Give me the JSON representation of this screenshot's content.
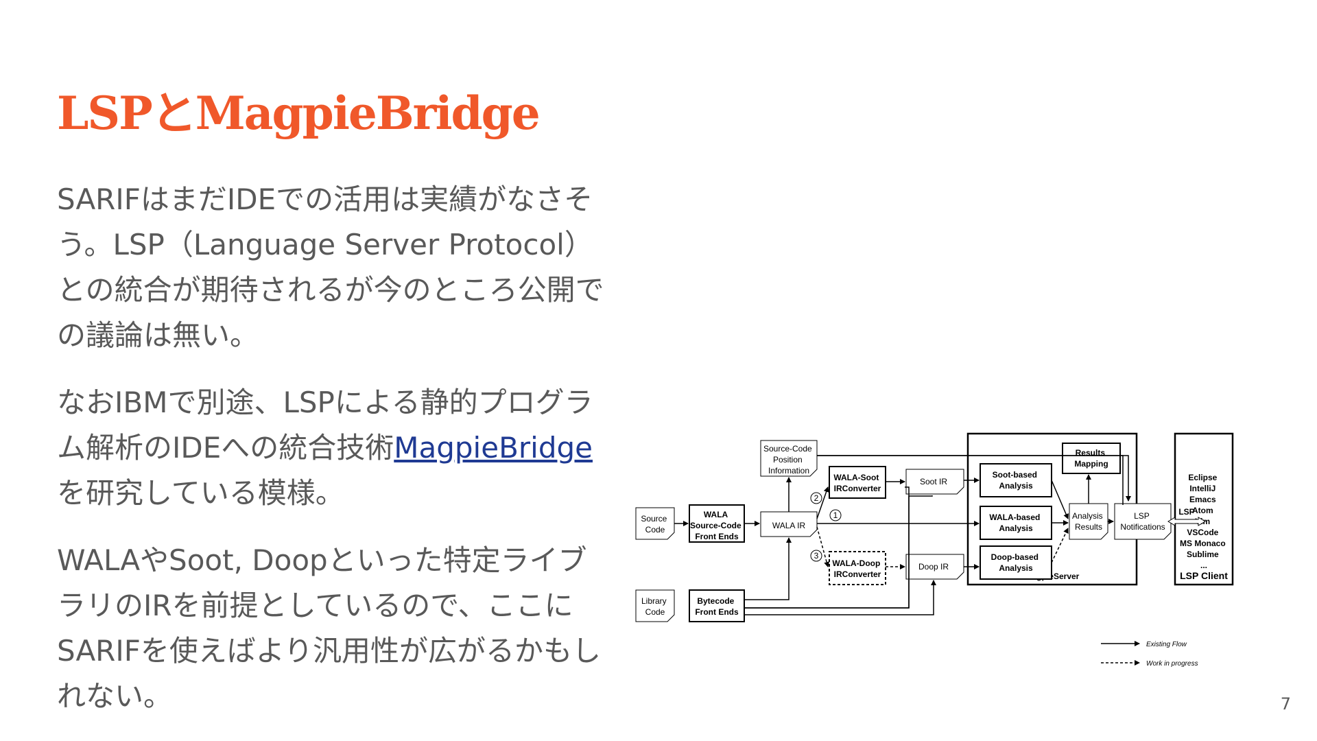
{
  "slide": {
    "title": "LSPとMagpieBridge",
    "paragraph1": "SARIFはまだIDEでの活用は実績がなさそう。LSP（Language Server Protocol）との統合が期待されるが今のところ公開での議論は無い。",
    "paragraph2_before": "なおIBMで別途、LSPによる静的プログラム解析のIDEへの統合技術",
    "paragraph2_link": "MagpieBridge",
    "paragraph2_after": "を研究している模様。",
    "paragraph3": "WALAやSoot, Doopといった特定ライブラリのIRを前提としているので、ここにSARIFを使えばより汎用性が広がるかもしれない。",
    "page_number": "7",
    "title_color": "#f0582a",
    "link_color": "#1f3a93"
  },
  "diagram": {
    "source_code": [
      "Source",
      "Code"
    ],
    "library_code": [
      "Library",
      "Code"
    ],
    "wala_front": [
      "WALA",
      "Source-Code",
      "Front Ends"
    ],
    "bytecode_front": [
      "Bytecode",
      "Front Ends"
    ],
    "position_info": [
      "Source-Code",
      "Position",
      "Information"
    ],
    "wala_ir": "WALA IR",
    "wala_soot": [
      "WALA-Soot",
      "IRConverter"
    ],
    "wala_doop": [
      "WALA-Doop",
      "IRConverter"
    ],
    "soot_ir": "Soot IR",
    "doop_ir": "Doop IR",
    "soot_analysis": [
      "Soot-based",
      "Analysis"
    ],
    "wala_analysis": [
      "WALA-based",
      "Analysis"
    ],
    "doop_analysis": [
      "Doop-based",
      "Analysis"
    ],
    "results_mapping": [
      "Results",
      "Mapping"
    ],
    "analysis_results": [
      "Analysis",
      "Results"
    ],
    "lsp_notifications": [
      "LSP",
      "Notifications"
    ],
    "server_label": "MagpieServer",
    "lsp_label": "LSP",
    "client_label": "LSP Client",
    "client_list": [
      "Eclipse",
      "IntelliJ",
      "Emacs",
      "Atom",
      "Vim",
      "VSCode",
      "MS Monaco",
      "Sublime",
      "..."
    ],
    "step1": "1",
    "step2": "2",
    "step3": "3",
    "legend_existing": "Existing Flow",
    "legend_progress": "Work in progress"
  }
}
